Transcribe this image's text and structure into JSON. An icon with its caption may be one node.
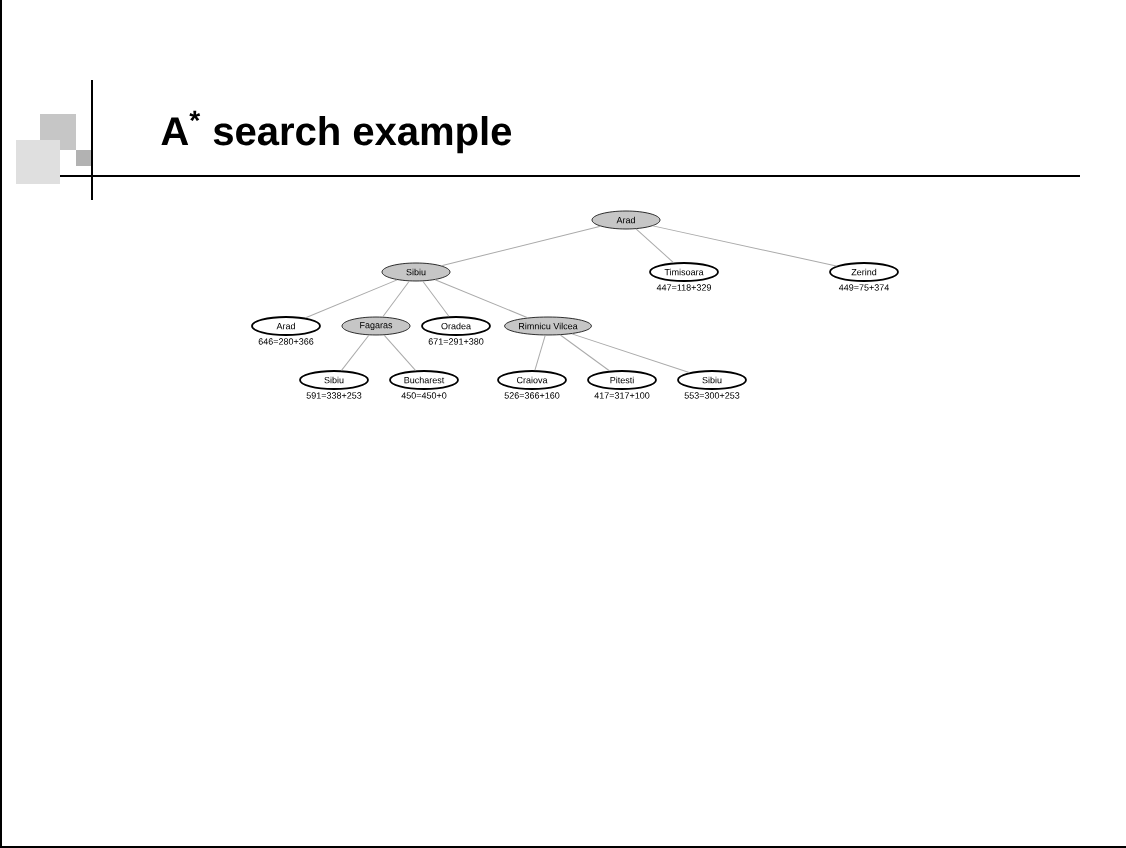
{
  "diagram": {
    "title": "A$^{*}$ search example",
    "nodes": [
      {
        "text": [
          "Arad"
        ]
      },
      {
        "text": [
          "Sibiu"
        ]
      },
      {
        "text": [
          "Timisoara"
        ],
        "beside": [
          "447=118+329"
        ]
      },
      {
        "text": [
          "Zerind"
        ],
        "beside": [
          "449=75+374"
        ]
      },
      {
        "text": [
          "Arad"
        ],
        "beside": [
          "646=280+366"
        ]
      },
      {
        "text": [
          "Fagaras"
        ]
      },
      {
        "text": [
          "Oradea"
        ],
        "beside": [
          "671=291+380"
        ]
      },
      {
        "text": [
          "Rimnicu Vilcea"
        ]
      },
      {
        "text": [
          "Sibiu"
        ],
        "beside": [
          "591=338+253"
        ]
      },
      {
        "text": [
          "Bucharest"
        ],
        "beside": [
          "450=450+0"
        ]
      },
      {
        "text": [
          "Craiova"
        ],
        "beside": [
          "526=366+160"
        ]
      },
      {
        "text": [
          "Pitesti"
        ],
        "beside": [
          "417=317+100"
        ]
      },
      {
        "text": [
          "Sibiu"
        ],
        "beside": [
          "553=300+253"
        ]
      }
    ],
    "edges": [
      {
        "from": 0,
        "to": 1,
        "arrow": "none"
      },
      {
        "from": 0,
        "to": 2,
        "arrow": "none"
      },
      {
        "from": 0,
        "to": 3,
        "arrow": "none"
      },
      {
        "from": 1,
        "to": 4,
        "arrow": "none"
      },
      {
        "from": 1,
        "to": 5,
        "arrow": "none"
      },
      {
        "from": 1,
        "to": 6,
        "arrow": "none"
      },
      {
        "from": 1,
        "to": 7,
        "arrow": "none"
      },
      {
        "from": 5,
        "to": 8,
        "arrow": "none"
      },
      {
        "from": 5,
        "to": 9,
        "arrow": "none"
      },
      {
        "from": 7,
        "to": 10,
        "arrow": "none"
      },
      {
        "from": 7,
        "to": 11,
        "arrow": "none"
      },
      {
        "from": 7,
        "to": 12,
        "arrow": "none"
      }
    ]
  }
}
